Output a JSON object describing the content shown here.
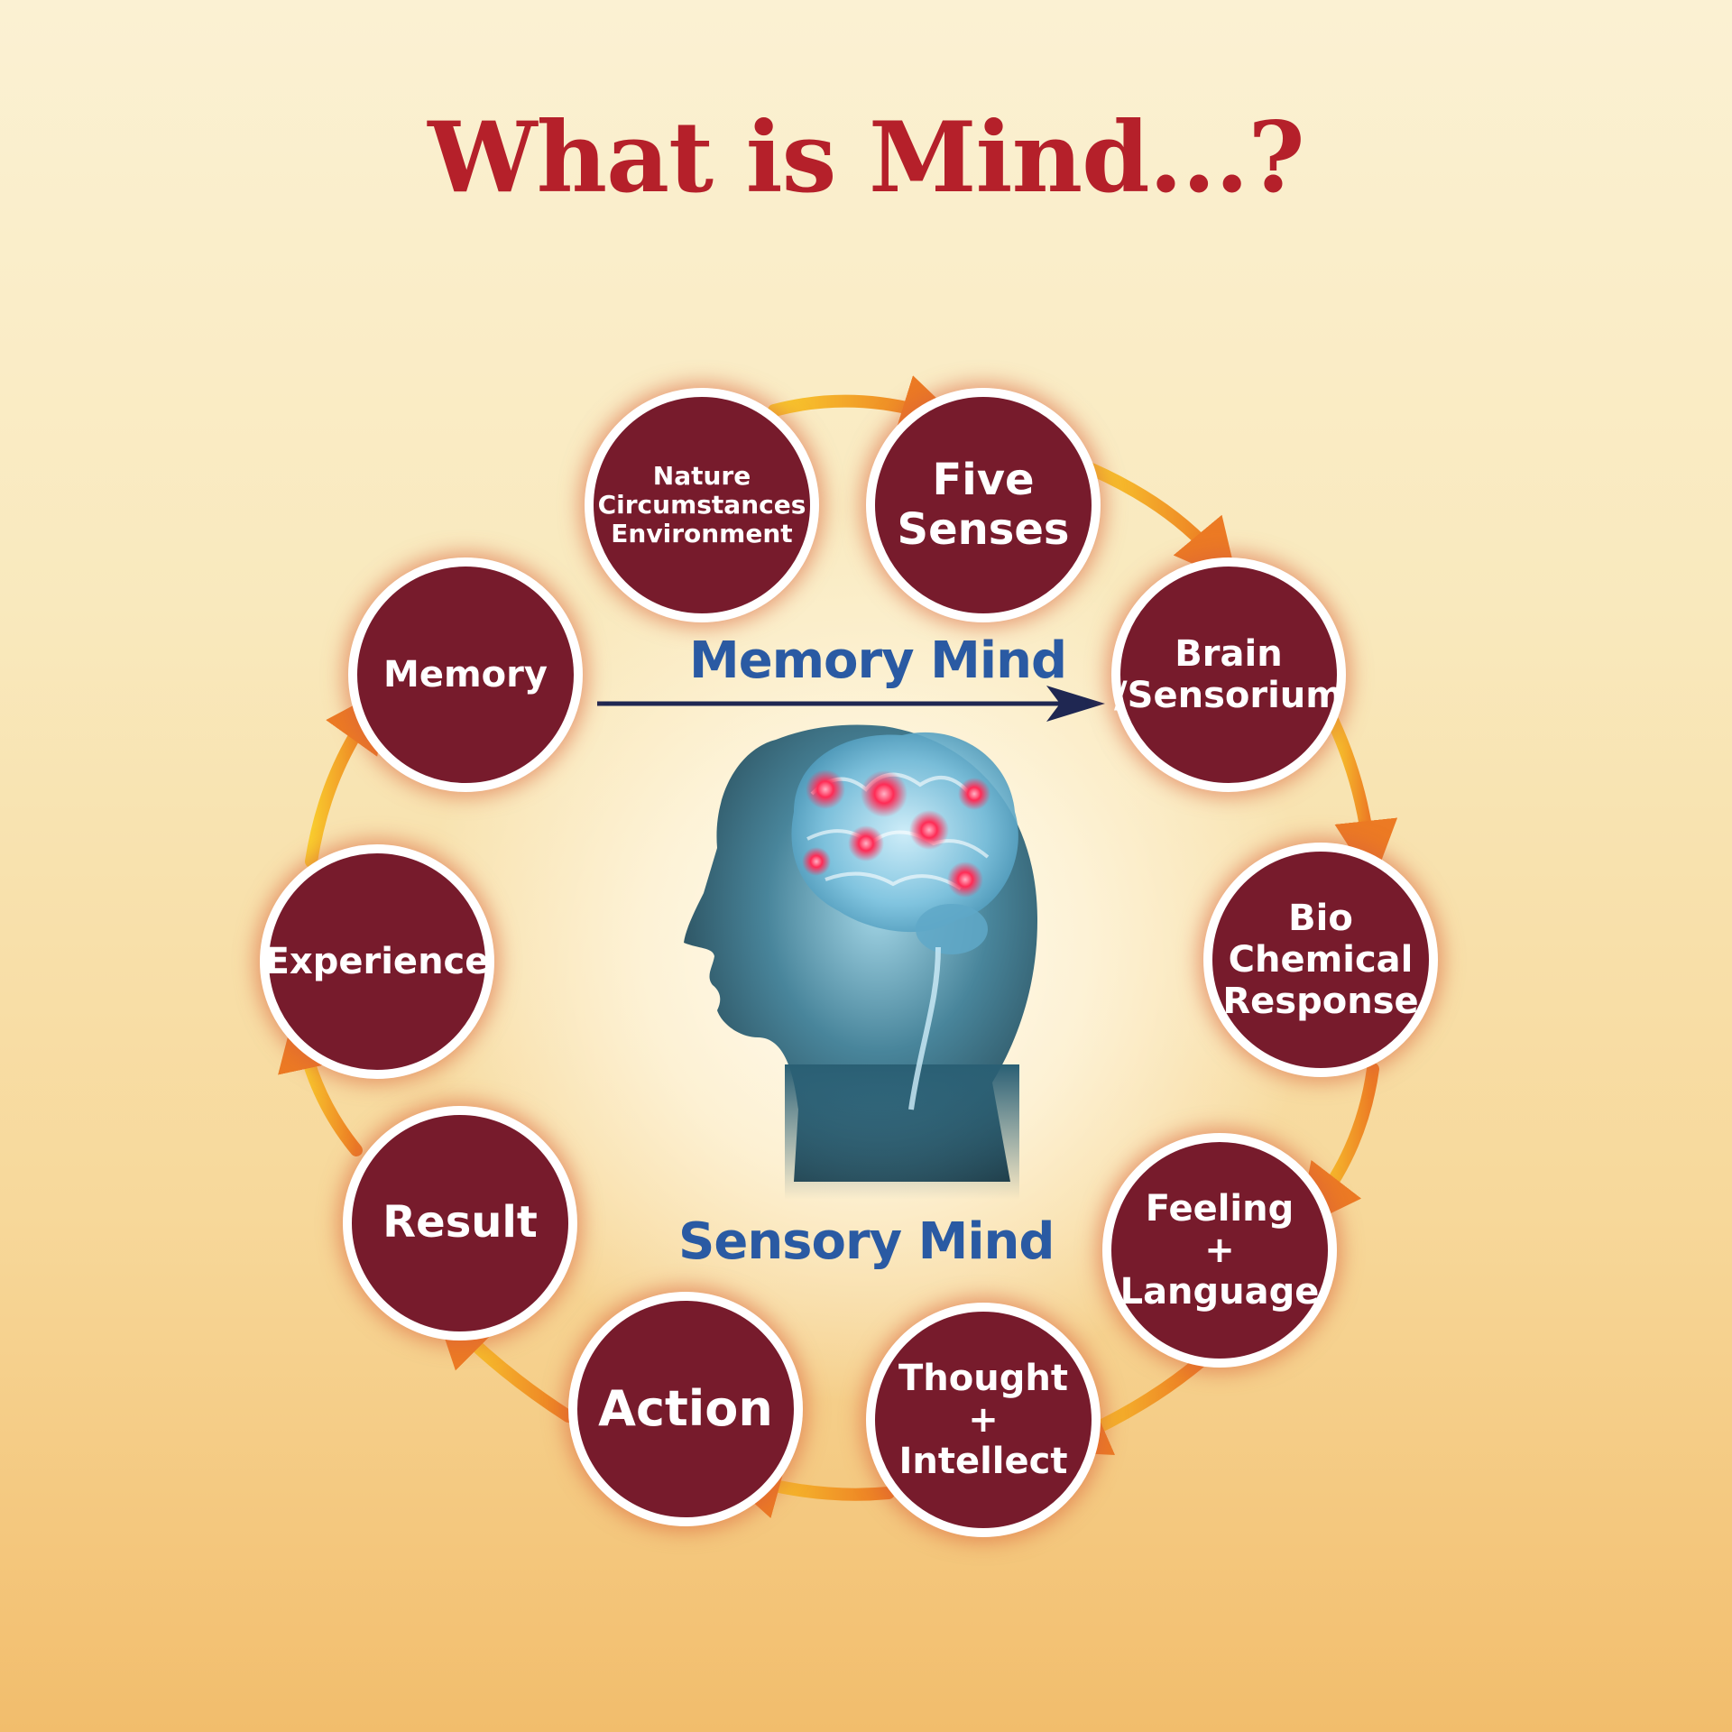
{
  "title": "What is Mind...?",
  "center_labels": {
    "memory_mind": "Memory Mind",
    "sensory_mind": "Sensory Mind"
  },
  "cycle_nodes": [
    {
      "label": "Nature\nCircumstances\nEnvironment"
    },
    {
      "label": "Five\nSenses"
    },
    {
      "label": "Brain\n/Sensorium"
    },
    {
      "label": "Bio\nChemical\nResponse"
    },
    {
      "label": "Feeling\n+\nLanguage"
    },
    {
      "label": "Thought\n+\nIntellect"
    },
    {
      "label": "Action"
    },
    {
      "label": "Result"
    },
    {
      "label": "Experience"
    },
    {
      "label": "Memory"
    }
  ],
  "colors": {
    "title": "#b5202a",
    "node_fill": "#771b2c",
    "node_border": "#ffffff",
    "arrow_start": "#f9cc2e",
    "arrow_end": "#ec7a24",
    "mind_label": "#2a5aa3",
    "memory_mind_arrow": "#1f2752"
  },
  "center_image": {
    "icon": "human-head-brain-illustration"
  }
}
